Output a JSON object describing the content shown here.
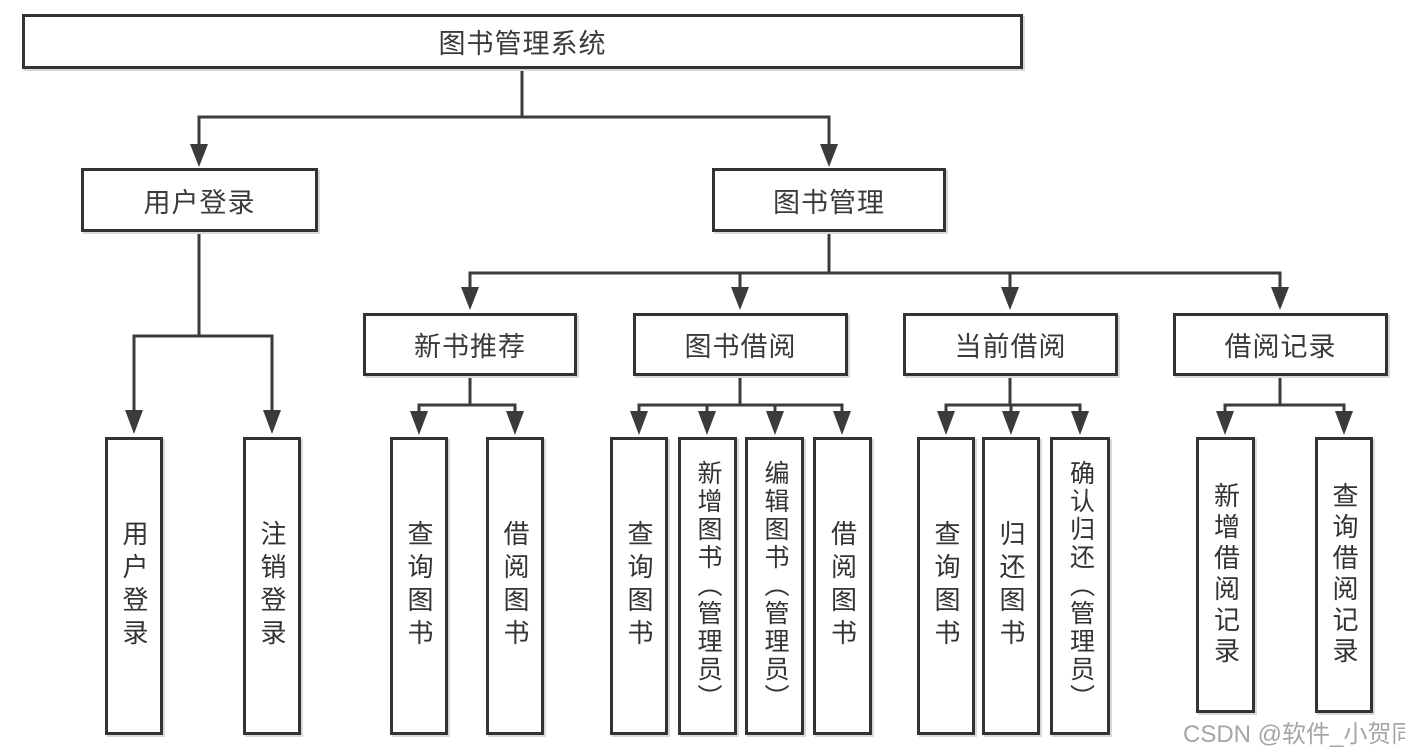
{
  "diagram": {
    "root": {
      "label": "图书管理系统"
    },
    "branches": {
      "user_login": {
        "label": "用户登录",
        "children": [
          "用户登录",
          "注销登录"
        ]
      },
      "book_management": {
        "label": "图书管理",
        "children": {
          "new_book_recommend": {
            "label": "新书推荐",
            "children": [
              "查询图书",
              "借阅图书"
            ]
          },
          "book_borrow": {
            "label": "图书借阅",
            "children": [
              "查询图书",
              "新增图书（管理员）",
              "编辑图书（管理员）",
              "借阅图书"
            ]
          },
          "current_borrow": {
            "label": "当前借阅",
            "children": [
              "查询图书",
              "归还图书",
              "确认归还（管理员）"
            ]
          },
          "borrow_records": {
            "label": "借阅记录",
            "children": [
              "新增借阅记录",
              "查询借阅记录"
            ]
          }
        }
      }
    }
  },
  "watermark": {
    "text": "CSDN @软件_小贺同学"
  },
  "colors": {
    "line": "#3b3b3b",
    "box_border": "#333333",
    "text": "#3a3a3a",
    "watermark": "#a6a6a6",
    "background": "#ffffff"
  }
}
